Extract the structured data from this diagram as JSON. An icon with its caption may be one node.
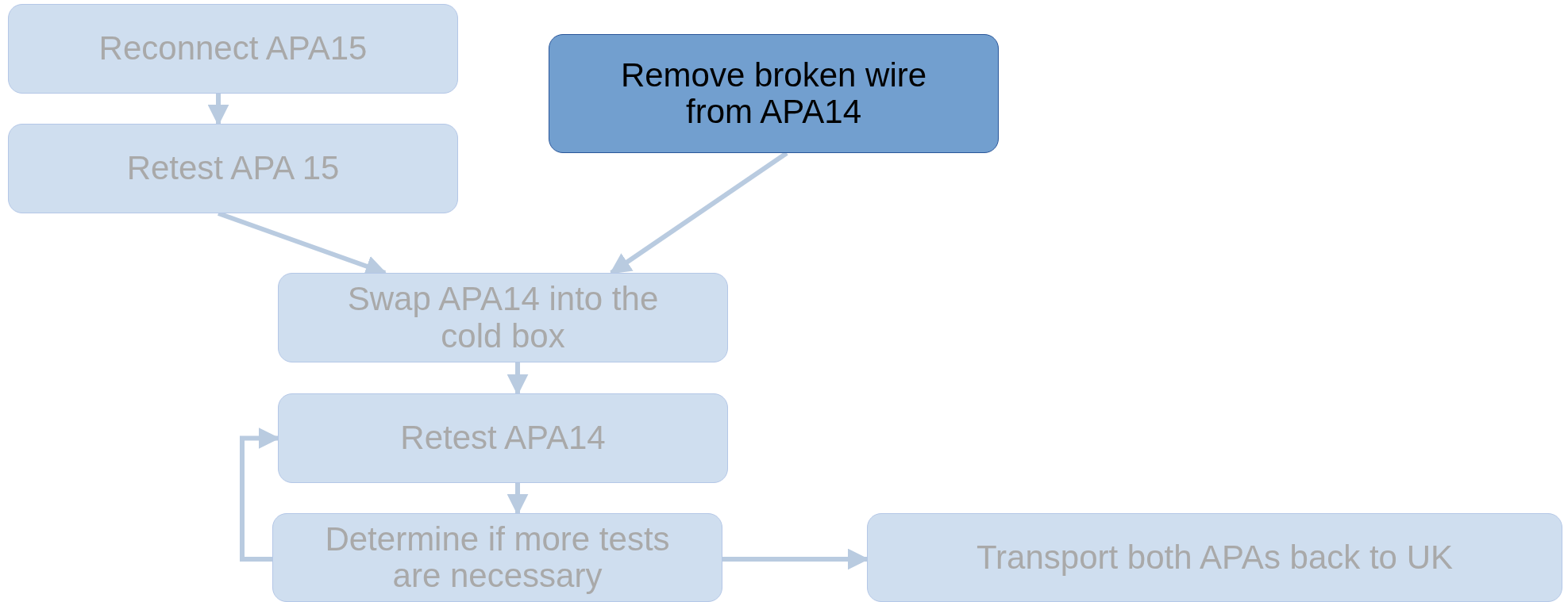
{
  "diagram": {
    "nodes": [
      {
        "text": [
          "Reconnect APA15"
        ]
      },
      {
        "text": [
          "Retest APA 15"
        ]
      },
      {
        "text": [
          "Remove broken wire from APA14"
        ]
      },
      {
        "text": [
          "Swap APA14 into the cold box"
        ]
      },
      {
        "text": [
          "Retest APA14"
        ]
      },
      {
        "text": [
          "Determine if more tests are necessary"
        ]
      },
      {
        "text": [
          "Transport both APAs back to UK"
        ]
      }
    ],
    "edges": [
      {
        "from": 0,
        "to": 1,
        "arrow": "to"
      },
      {
        "from": 1,
        "to": 3,
        "arrow": "to"
      },
      {
        "from": 2,
        "to": 3,
        "arrow": "to"
      },
      {
        "from": 3,
        "to": 4,
        "arrow": "to"
      },
      {
        "from": 4,
        "to": 5,
        "arrow": "to"
      },
      {
        "from": 5,
        "to": 4,
        "arrow": "to"
      },
      {
        "from": 5,
        "to": 6,
        "arrow": "to"
      }
    ]
  }
}
